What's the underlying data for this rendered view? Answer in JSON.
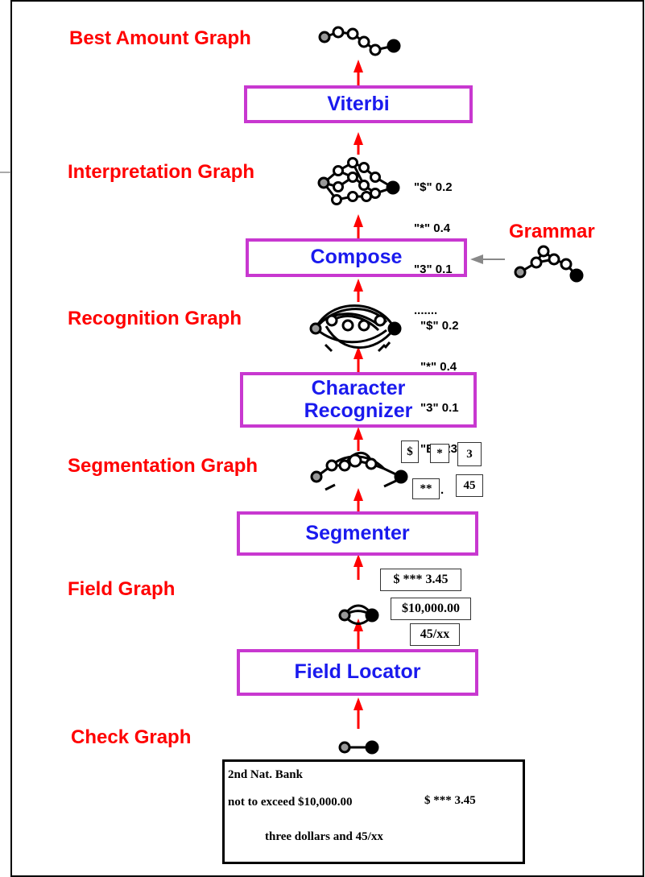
{
  "labels": {
    "best_amount_graph": "Best Amount Graph",
    "interpretation_graph": "Interpretation Graph",
    "recognition_graph": "Recognition Graph",
    "segmentation_graph": "Segmentation Graph",
    "field_graph": "Field Graph",
    "check_graph": "Check Graph",
    "grammar": "Grammar"
  },
  "modules": {
    "viterbi": "Viterbi",
    "compose": "Compose",
    "character_recognizer_line1": "Character",
    "character_recognizer_line2": "Recognizer",
    "segmenter": "Segmenter",
    "field_locator": "Field Locator"
  },
  "interpretation_scores": [
    "\"$\" 0.2",
    "\"*\" 0.4",
    "\"3\" 0.1",
    "......."
  ],
  "recognition_scores": [
    "\"$\" 0.2",
    "\"*\" 0.4",
    "\"3\" 0.1",
    "\"B\" 23.6",
    "......."
  ],
  "segment_images": [
    "$",
    "*",
    "3",
    "**",
    "45"
  ],
  "field_images": [
    "$ *** 3.45",
    "$10,000.00",
    "45/xx"
  ],
  "check": {
    "bank": "2nd Nat. Bank",
    "limit": "not to exceed $10,000.00",
    "amount": "$ *** 3.45",
    "words": "three dollars and 45/xx"
  },
  "colors": {
    "label": "#ff0000",
    "module_text": "#1a1aee",
    "module_border": "#c838d0",
    "arrow": "#ff0000",
    "grammar_arrow": "#888888"
  }
}
